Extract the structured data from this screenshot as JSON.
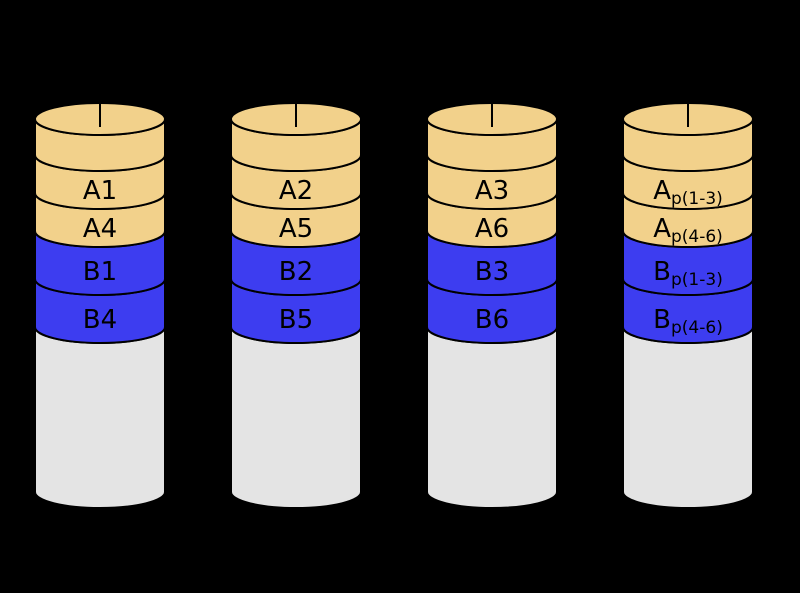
{
  "diagram": {
    "type": "raid-disk-array",
    "background": "#000000"
  },
  "colors": {
    "data_a": "#f2d18b",
    "data_b": "#3d3df0",
    "body": "#e4e4e4",
    "outline": "#000000"
  },
  "disks": [
    {
      "name": "disk-0",
      "blocks": [
        {
          "main": "A1",
          "sub": ""
        },
        {
          "main": "A4",
          "sub": ""
        },
        {
          "main": "B1",
          "sub": ""
        },
        {
          "main": "B4",
          "sub": ""
        }
      ]
    },
    {
      "name": "disk-1",
      "blocks": [
        {
          "main": "A2",
          "sub": ""
        },
        {
          "main": "A5",
          "sub": ""
        },
        {
          "main": "B2",
          "sub": ""
        },
        {
          "main": "B5",
          "sub": ""
        }
      ]
    },
    {
      "name": "disk-2",
      "blocks": [
        {
          "main": "A3",
          "sub": ""
        },
        {
          "main": "A6",
          "sub": ""
        },
        {
          "main": "B3",
          "sub": ""
        },
        {
          "main": "B6",
          "sub": ""
        }
      ]
    },
    {
      "name": "disk-3",
      "blocks": [
        {
          "main": "A",
          "sub": "p(1-3)"
        },
        {
          "main": "A",
          "sub": "p(4-6)"
        },
        {
          "main": "B",
          "sub": "p(1-3)"
        },
        {
          "main": "B",
          "sub": "p(4-6)"
        }
      ]
    }
  ]
}
